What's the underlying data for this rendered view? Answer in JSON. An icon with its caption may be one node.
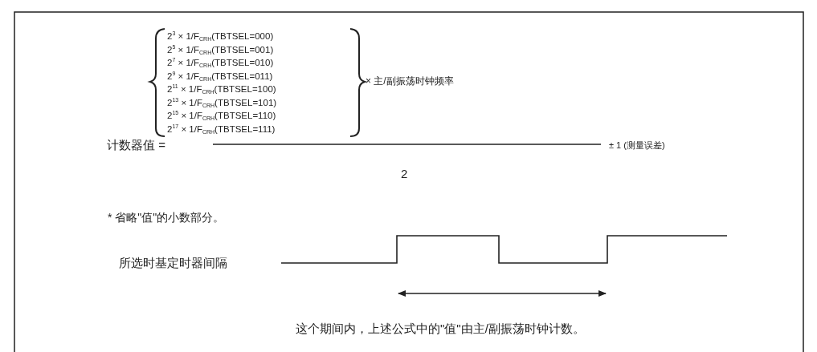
{
  "diagram": {
    "labels": [
      "计数器值 =",
      "2$^{3}$ × 1/F$_{CRH}$(TBTSEL=000)",
      "2$^{5}$ × 1/F$_{CRH}$(TBTSEL=001)",
      "2$^{7}$ × 1/F$_{CRH}$(TBTSEL=010)",
      "2$^{9}$ × 1/F$_{CRH}$(TBTSEL=011)",
      "2$^{11}$ × 1/F$_{CRH}$(TBTSEL=100)",
      "2$^{13}$ × 1/F$_{CRH}$(TBTSEL=101)",
      "2$^{15}$ × 1/F$_{CRH}$(TBTSEL=110)",
      "2$^{17}$ × 1/F$_{CRH}$(TBTSEL=111)",
      "× 主/副振荡时钟频率",
      "± 1 (测量误差)",
      "2",
      "* 省略\"值\"的小数部分。",
      "所选时基定时器间隔",
      "这个期间内，上述公式中的\"值\"由主/副振荡时钟计数。"
    ]
  }
}
